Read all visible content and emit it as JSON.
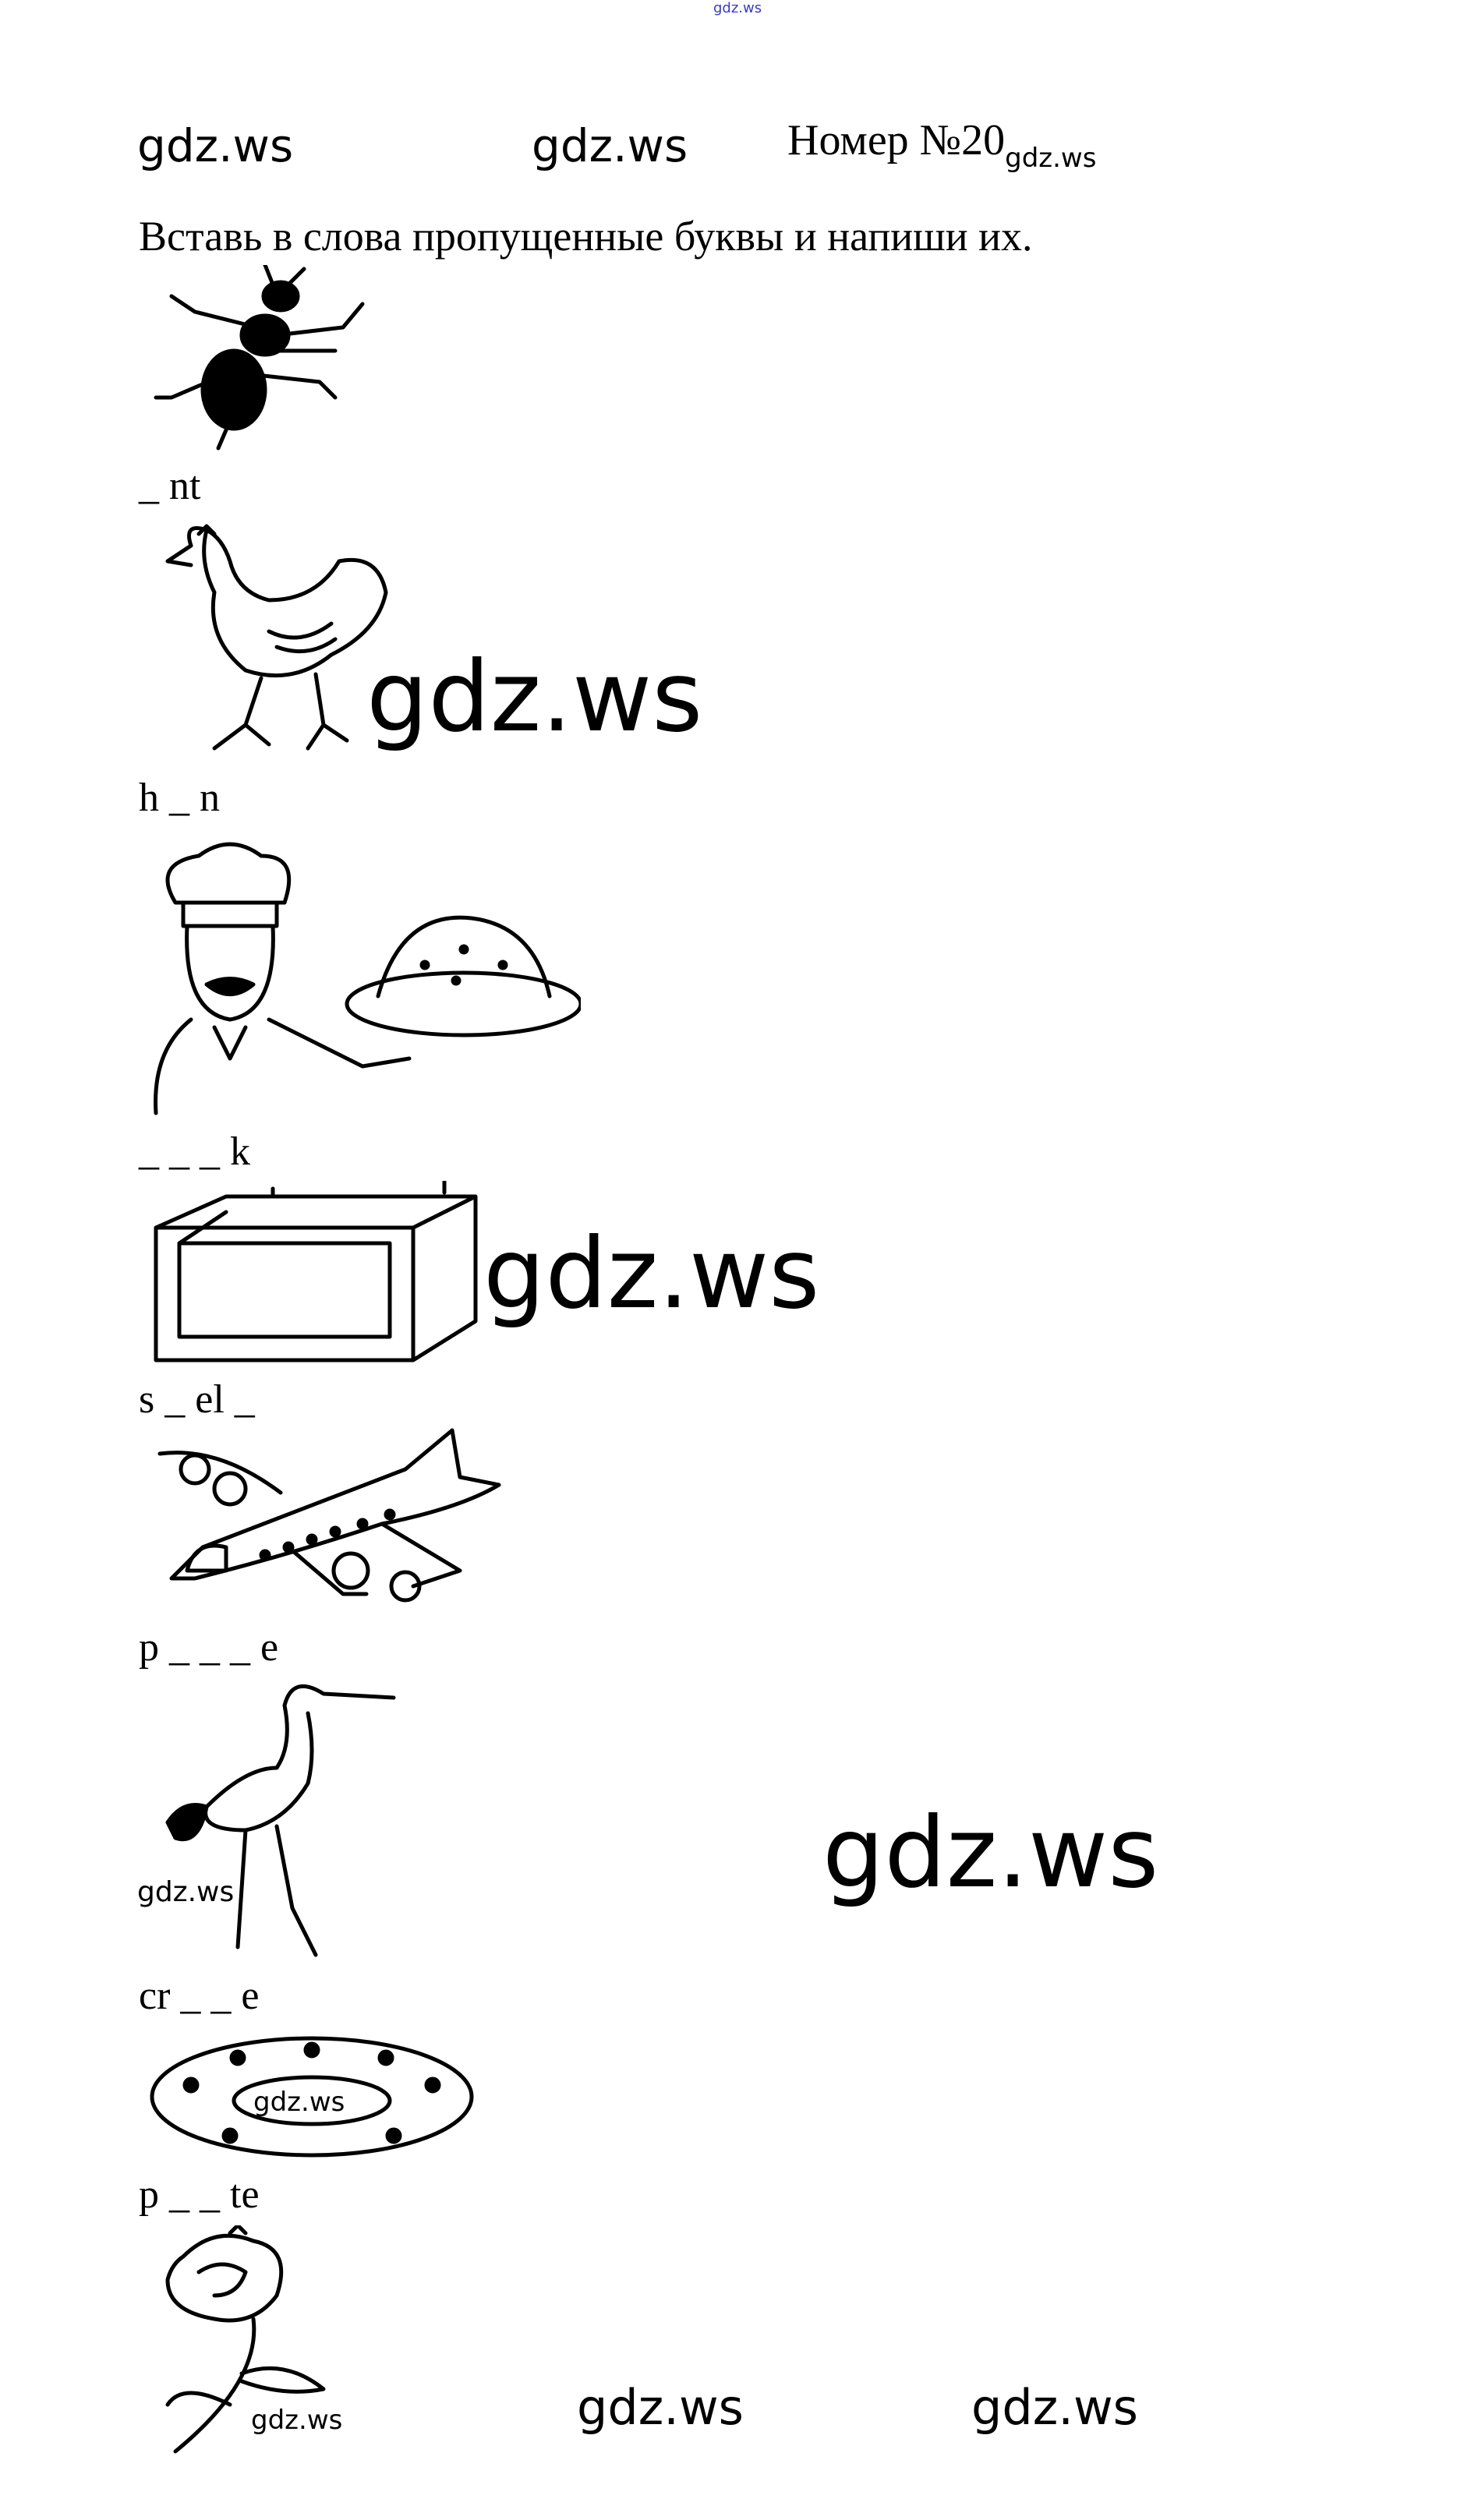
{
  "top_watermark": "gdz.ws",
  "header": {
    "wm_left": "gdz.ws",
    "wm_mid": "gdz.ws",
    "title": "Номер №20",
    "title_sub": "gdz.ws"
  },
  "instruction": "Вставь в слова пропущенные буквы и напиши их.",
  "items": [
    {
      "picture": "ant",
      "label": "_ nt"
    },
    {
      "picture": "hen",
      "label": "h _ n"
    },
    {
      "picture": "cook",
      "label": "_ _ _ k"
    },
    {
      "picture": "shelf",
      "label": "s _ el _"
    },
    {
      "picture": "plane",
      "label": "p _ _ _ e"
    },
    {
      "picture": "crane",
      "label": "cr _ _ e"
    },
    {
      "picture": "plate",
      "label": "p _ _ te"
    },
    {
      "picture": "rose",
      "label": ""
    }
  ],
  "watermarks": {
    "hen": "gdz.ws",
    "shelf": "gdz.ws",
    "crane_small": "gdz.ws",
    "crane_big": "gdz.ws",
    "plate": "gdz.ws",
    "rose": "gdz.ws",
    "bottom_mid": "gdz.ws",
    "bottom_right": "gdz.ws"
  },
  "colors": {
    "top_watermark": "#3a3ac8",
    "text": "#000000"
  }
}
